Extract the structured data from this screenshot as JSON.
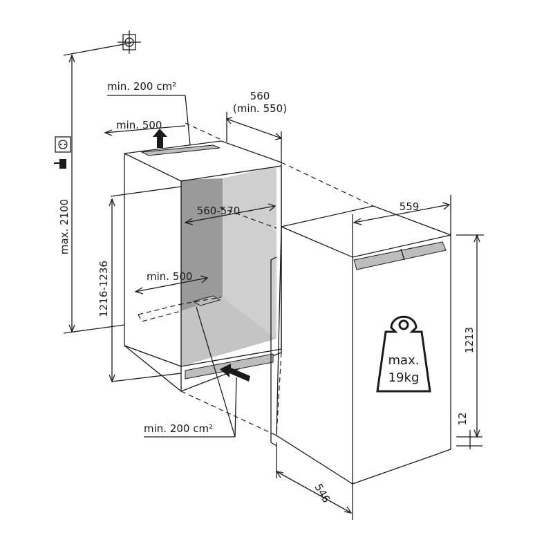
{
  "colors": {
    "line": "#1a1a1a",
    "niche_inner": "#9a9a9a",
    "niche_light": "#cfcfcf",
    "vent": "#bdbdbd"
  },
  "icons": [
    "crosshair-wall-mount-icon",
    "power-socket-icon",
    "power-plug-icon",
    "weight-icon",
    "vent-arrow-icon"
  ],
  "labels": {
    "vent_top_area": "min. 200 cm²",
    "vent_top_depth": "min. 500",
    "niche_depth": "560",
    "niche_depth_min": "(min. 550)",
    "niche_width": "560-570",
    "max_height": "max. 2100",
    "niche_height": "1216-1236",
    "vent_bottom_depth": "min. 500",
    "vent_bottom_area": "min. 200 cm²",
    "appliance_width": "559",
    "appliance_height": "1213",
    "appliance_depth": "546",
    "foot_height": "12",
    "weight_line1": "max.",
    "weight_line2": "19kg"
  }
}
